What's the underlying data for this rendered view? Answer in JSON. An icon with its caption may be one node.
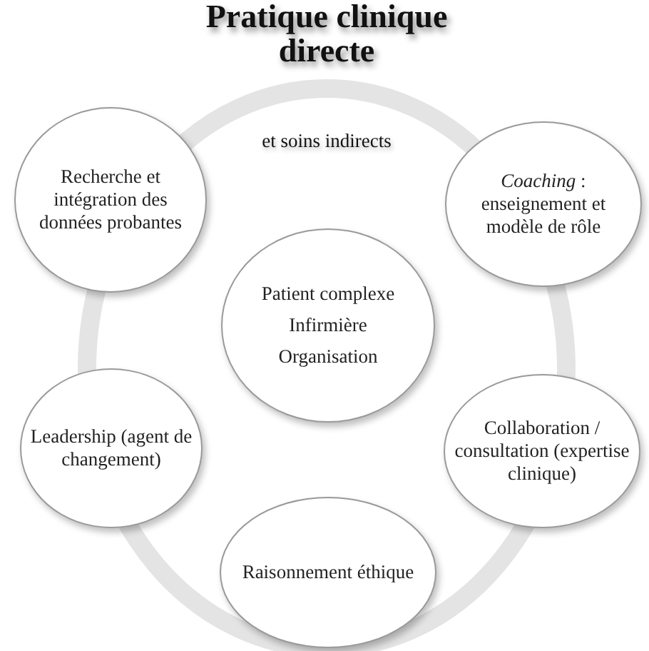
{
  "diagram": {
    "nodes": [
      {
        "text": [
          "Recherche et intégration des données probantes"
        ]
      },
      {
        "text": [
          "*Coaching* : enseignement et modèle de rôle"
        ]
      },
      {
        "text": [
          "Patient complexe",
          "Infirmière",
          "Organisation"
        ]
      },
      {
        "text": [
          "Leadership (agent de changement)"
        ]
      },
      {
        "text": [
          "Collaboration / consultation (expertise clinique)"
        ]
      },
      {
        "text": [
          "Raisonnement éthique"
        ]
      }
    ],
    "labels": [
      "Pratique clinique directe",
      "et soins indirects"
    ]
  }
}
